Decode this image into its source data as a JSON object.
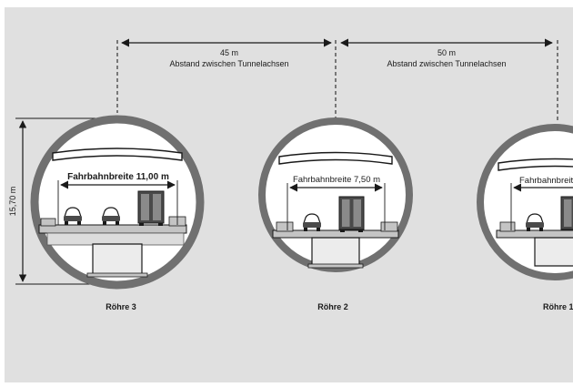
{
  "spacing": [
    {
      "distance": "45 m",
      "caption": "Abstand zwischen Tunnelachsen"
    },
    {
      "distance": "50 m",
      "caption": "Abstand zwischen Tunnelachsen"
    }
  ],
  "height_dimension": "15,70 m",
  "tubes": [
    {
      "name": "Röhre 3",
      "roadway": "Fahrbahnbreite 11,00 m"
    },
    {
      "name": "Röhre 2",
      "roadway": "Fahrbahnbreite 7,50 m"
    },
    {
      "name": "Röhre 1",
      "roadway": "Fahrbahnbreite"
    }
  ],
  "colors": {
    "background": "#e0e0e0",
    "tube_ring": "#707070",
    "deck": "#c4c4c4",
    "line": "#1a1a1a"
  }
}
